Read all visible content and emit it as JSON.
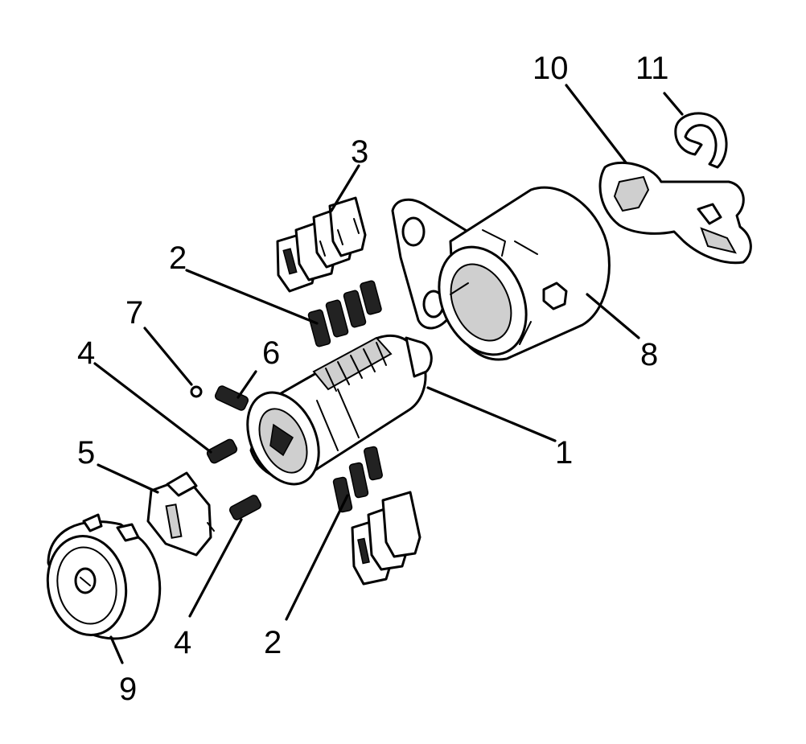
{
  "callouts": [
    "1",
    "2",
    "3",
    "2",
    "4",
    "5",
    "6",
    "7",
    "4",
    "8",
    "9",
    "10",
    "11"
  ],
  "colors": {
    "line": "#000000",
    "background": "#ffffff",
    "shade": "#cfcfcf"
  }
}
